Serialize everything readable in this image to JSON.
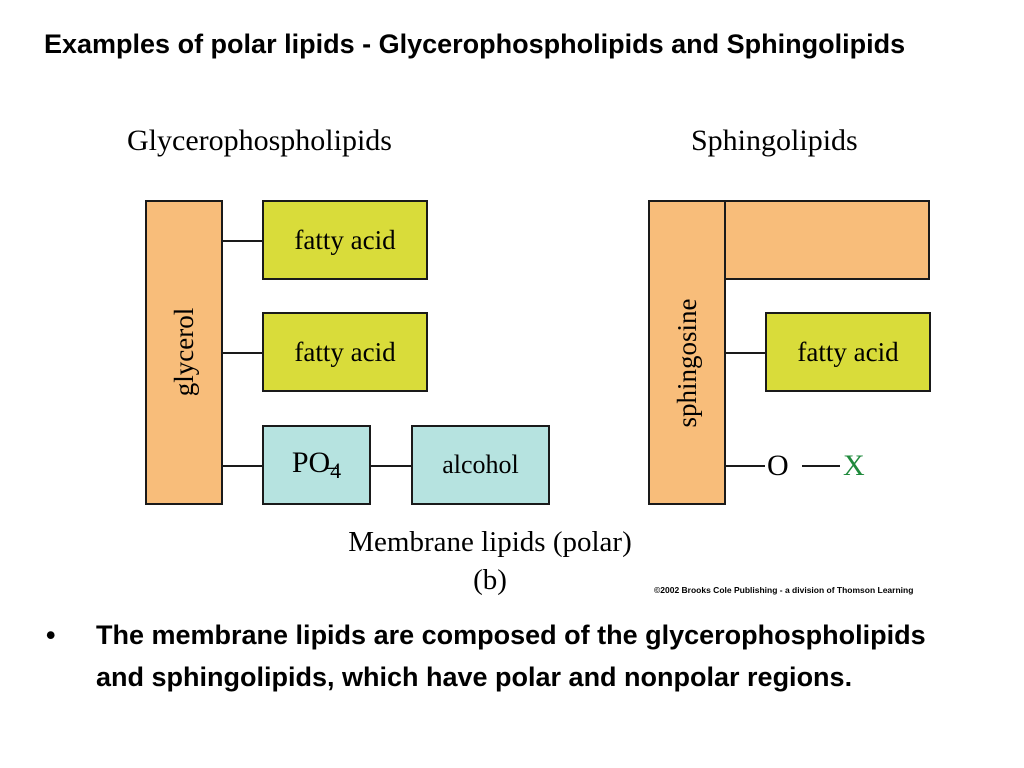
{
  "title": "Examples of polar lipids - Glycerophospholipids and Sphingolipids",
  "diagram": {
    "left_heading": "Glycerophospholipids",
    "right_heading": "Sphingolipids",
    "glycerol_label": "glycerol",
    "sphingosine_label": "sphingosine",
    "fatty_acid_label": "fatty acid",
    "phosphate_main": "PO",
    "phosphate_sub": "4",
    "phosphate_charge": "−",
    "alcohol_label": "alcohol",
    "oxygen_label": "O",
    "x_label": "X",
    "caption_line1": "Membrane lipids (polar)",
    "caption_line2": "(b)",
    "copyright": "©2002 Brooks Cole Publishing - a division of Thomson Learning"
  },
  "bullet": {
    "marker": "•",
    "text": "The membrane lipids are composed of the glycerophospholipids and sphingolipids, which have polar and nonpolar regions."
  },
  "colors": {
    "fatty_acid_fill": "#d9dc3a",
    "phosphate_fill": "#b6e3e0",
    "backbone_fill": "#f8bd7a",
    "x_color": "#1f8a3c"
  }
}
